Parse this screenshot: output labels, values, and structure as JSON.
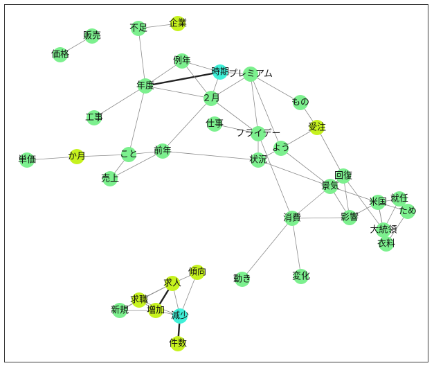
{
  "diagram": {
    "type": "co-occurrence network",
    "colors": {
      "green": "#7cf08e",
      "yellowgreen": "#c6f21e",
      "cyan": "#3ff0d8",
      "edge": "#8a8a8a",
      "edge_strong": "#222222"
    },
    "nodes": [
      {
        "id": "ugoki",
        "label": "動き",
        "color": "green"
      },
      {
        "id": "jinji",
        "label": "仕事",
        "color": "green"
      },
      {
        "id": "hanbai",
        "label": "販売",
        "color": "green"
      },
      {
        "id": "kakaku",
        "label": "価格",
        "color": "green"
      },
      {
        "id": "fusoku",
        "label": "不足",
        "color": "green"
      },
      {
        "id": "kigyou",
        "label": "企業",
        "color": "yellowgreen"
      },
      {
        "id": "reinen",
        "label": "例年",
        "color": "green"
      },
      {
        "id": "jiki",
        "label": "時期",
        "color": "cyan"
      },
      {
        "id": "premium",
        "label": "プレミアム",
        "color": "green"
      },
      {
        "id": "nendo",
        "label": "年度",
        "color": "green"
      },
      {
        "id": "nigatsu",
        "label": "２月",
        "color": "green"
      },
      {
        "id": "mono",
        "label": "もの",
        "color": "green"
      },
      {
        "id": "kouji",
        "label": "工事",
        "color": "green"
      },
      {
        "id": "friday",
        "label": "フライデー",
        "color": "green"
      },
      {
        "id": "juchuu",
        "label": "受注",
        "color": "yellowgreen"
      },
      {
        "id": "you",
        "label": "よう",
        "color": "green"
      },
      {
        "id": "tanka",
        "label": "単価",
        "color": "green"
      },
      {
        "id": "kagetsu",
        "label": "か月",
        "color": "yellowgreen"
      },
      {
        "id": "koto",
        "label": "こと",
        "color": "green"
      },
      {
        "id": "zennen",
        "label": "前年",
        "color": "green"
      },
      {
        "id": "joukyou",
        "label": "状況",
        "color": "green"
      },
      {
        "id": "uriage",
        "label": "売上",
        "color": "green"
      },
      {
        "id": "kaifuku",
        "label": "回復",
        "color": "green"
      },
      {
        "id": "keiki",
        "label": "景気",
        "color": "green"
      },
      {
        "id": "shuunin",
        "label": "就任",
        "color": "green"
      },
      {
        "id": "beikoku",
        "label": "米国",
        "color": "green"
      },
      {
        "id": "tame",
        "label": "ため",
        "color": "green"
      },
      {
        "id": "shouhi",
        "label": "消費",
        "color": "green"
      },
      {
        "id": "eikyou",
        "label": "影響",
        "color": "green"
      },
      {
        "id": "daitouryou",
        "label": "大統領",
        "color": "green"
      },
      {
        "id": "iryou",
        "label": "衣料",
        "color": "green"
      },
      {
        "id": "keikou",
        "label": "傾向",
        "color": "yellowgreen"
      },
      {
        "id": "kyuujin",
        "label": "求人",
        "color": "yellowgreen"
      },
      {
        "id": "kyuushoku",
        "label": "求職",
        "color": "yellowgreen"
      },
      {
        "id": "shinki",
        "label": "新規",
        "color": "green"
      },
      {
        "id": "zouka",
        "label": "増加",
        "color": "yellowgreen"
      },
      {
        "id": "genshou",
        "label": "減少",
        "color": "cyan"
      },
      {
        "id": "henka",
        "label": "変化",
        "color": "green"
      },
      {
        "id": "kensuu",
        "label": "件数",
        "color": "yellowgreen"
      }
    ],
    "edges": [
      {
        "from": "kakaku",
        "to": "hanbai"
      },
      {
        "from": "fusoku",
        "to": "kigyou"
      },
      {
        "from": "fusoku",
        "to": "nendo"
      },
      {
        "from": "nendo",
        "to": "jiki",
        "strong": true
      },
      {
        "from": "nendo",
        "to": "reinen"
      },
      {
        "from": "nendo",
        "to": "nigatsu"
      },
      {
        "from": "nendo",
        "to": "kouji"
      },
      {
        "from": "nendo",
        "to": "koto"
      },
      {
        "from": "reinen",
        "to": "jiki"
      },
      {
        "from": "reinen",
        "to": "nigatsu"
      },
      {
        "from": "jiki",
        "to": "nigatsu"
      },
      {
        "from": "jiki",
        "to": "premium"
      },
      {
        "from": "nigatsu",
        "to": "premium"
      },
      {
        "from": "nigatsu",
        "to": "friday"
      },
      {
        "from": "nigatsu",
        "to": "zennen"
      },
      {
        "from": "premium",
        "to": "mono"
      },
      {
        "from": "premium",
        "to": "friday"
      },
      {
        "from": "premium",
        "to": "you"
      },
      {
        "from": "mono",
        "to": "juchuu"
      },
      {
        "from": "jinji",
        "to": "friday"
      },
      {
        "from": "friday",
        "to": "joukyou"
      },
      {
        "from": "friday",
        "to": "shouhi"
      },
      {
        "from": "juchuu",
        "to": "you"
      },
      {
        "from": "juchuu",
        "to": "kaifuku"
      },
      {
        "from": "you",
        "to": "joukyou"
      },
      {
        "from": "you",
        "to": "keiki"
      },
      {
        "from": "tanka",
        "to": "kagetsu"
      },
      {
        "from": "kagetsu",
        "to": "koto"
      },
      {
        "from": "koto",
        "to": "zennen"
      },
      {
        "from": "koto",
        "to": "uriage"
      },
      {
        "from": "zennen",
        "to": "uriage"
      },
      {
        "from": "zennen",
        "to": "joukyou"
      },
      {
        "from": "joukyou",
        "to": "keiki"
      },
      {
        "from": "kaifuku",
        "to": "keiki"
      },
      {
        "from": "kaifuku",
        "to": "eikyou"
      },
      {
        "from": "kaifuku",
        "to": "daitouryou"
      },
      {
        "from": "keiki",
        "to": "beikoku"
      },
      {
        "from": "keiki",
        "to": "shouhi"
      },
      {
        "from": "keiki",
        "to": "eikyou"
      },
      {
        "from": "shouhi",
        "to": "eikyou"
      },
      {
        "from": "shouhi",
        "to": "ugoki"
      },
      {
        "from": "shouhi",
        "to": "henka"
      },
      {
        "from": "eikyou",
        "to": "beikoku"
      },
      {
        "from": "beikoku",
        "to": "daitouryou"
      },
      {
        "from": "beikoku",
        "to": "shuunin"
      },
      {
        "from": "beikoku",
        "to": "tame"
      },
      {
        "from": "beikoku",
        "to": "iryou"
      },
      {
        "from": "shuunin",
        "to": "daitouryou"
      },
      {
        "from": "tame",
        "to": "iryou"
      },
      {
        "from": "kyuujin",
        "to": "keikou"
      },
      {
        "from": "kyuujin",
        "to": "kyuushoku"
      },
      {
        "from": "kyuujin",
        "to": "zouka",
        "strong": true
      },
      {
        "from": "kyuujin",
        "to": "genshou"
      },
      {
        "from": "kyuujin",
        "to": "shinki"
      },
      {
        "from": "kyuushoku",
        "to": "zouka"
      },
      {
        "from": "kyuushoku",
        "to": "shinki"
      },
      {
        "from": "kyuushoku",
        "to": "genshou"
      },
      {
        "from": "zouka",
        "to": "genshou"
      },
      {
        "from": "shinki",
        "to": "zouka"
      },
      {
        "from": "keikou",
        "to": "genshou"
      },
      {
        "from": "genshou",
        "to": "kensuu",
        "strong": true
      }
    ]
  }
}
